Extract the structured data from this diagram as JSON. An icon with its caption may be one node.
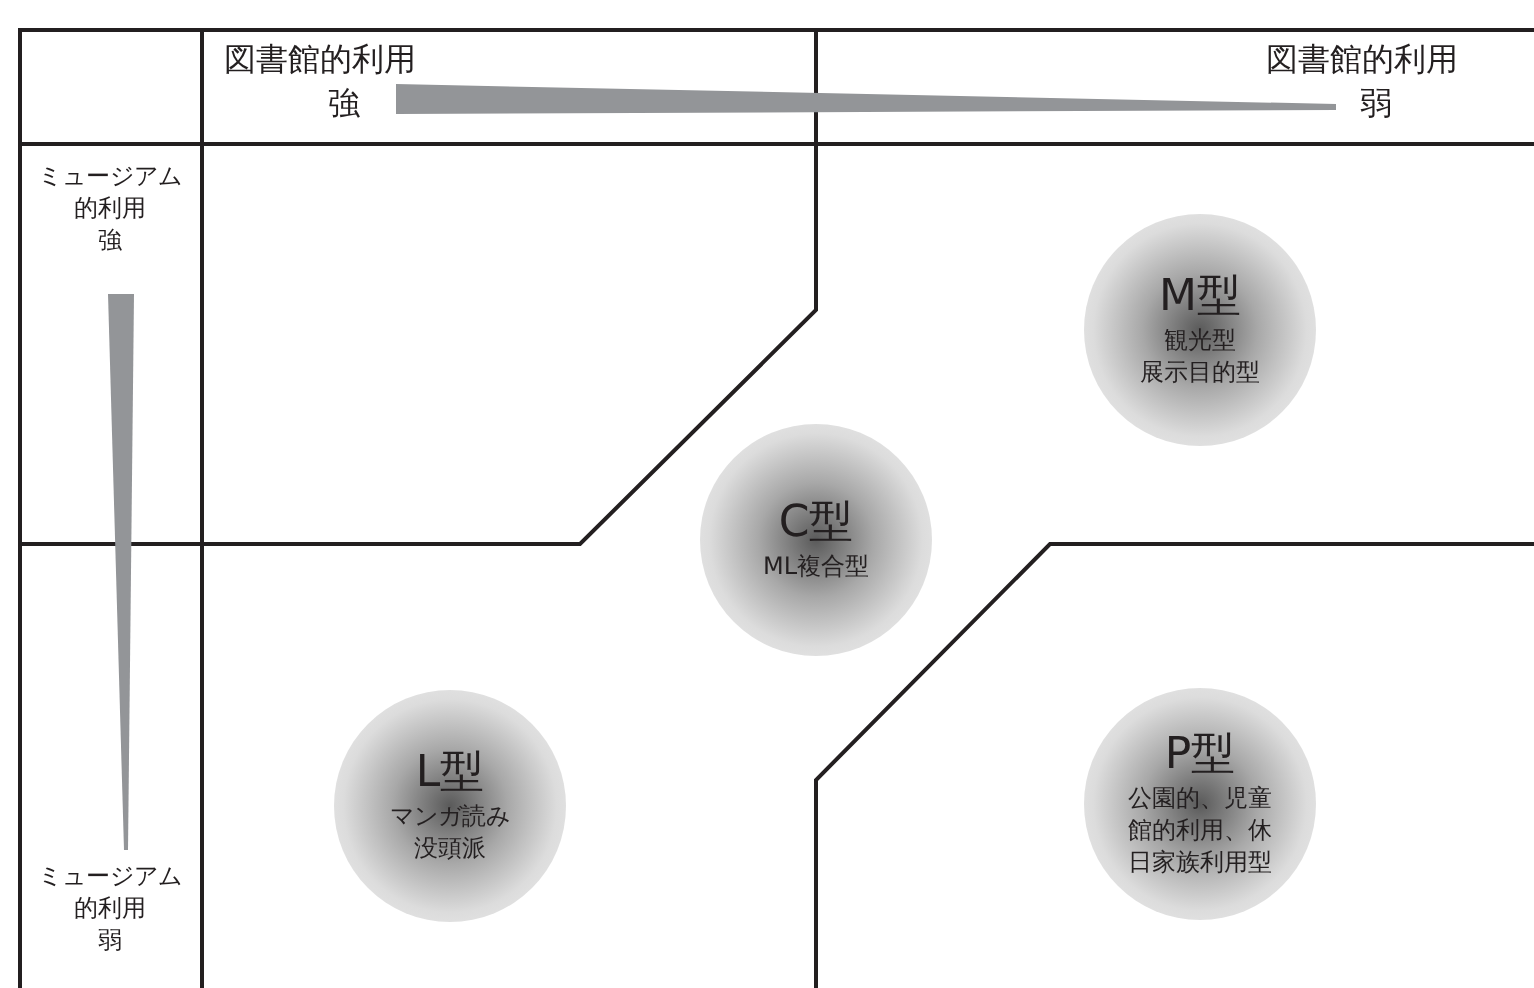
{
  "diagram": {
    "nodes": [
      {
        "text": [
          "M型",
          "観光型",
          "展示目的型"
        ]
      },
      {
        "text": [
          "C型",
          "ML複合型"
        ]
      },
      {
        "text": [
          "L型",
          "マンガ読み没頭派"
        ]
      },
      {
        "text": [
          "P型",
          "公園的、児童館的利用、休日家族利用型"
        ]
      }
    ],
    "labels": [
      "図書館的利用",
      "図書館的利用",
      "強",
      "弱",
      "ミュージアム的利用",
      "強",
      "ミュージアム的利用",
      "弱"
    ]
  }
}
